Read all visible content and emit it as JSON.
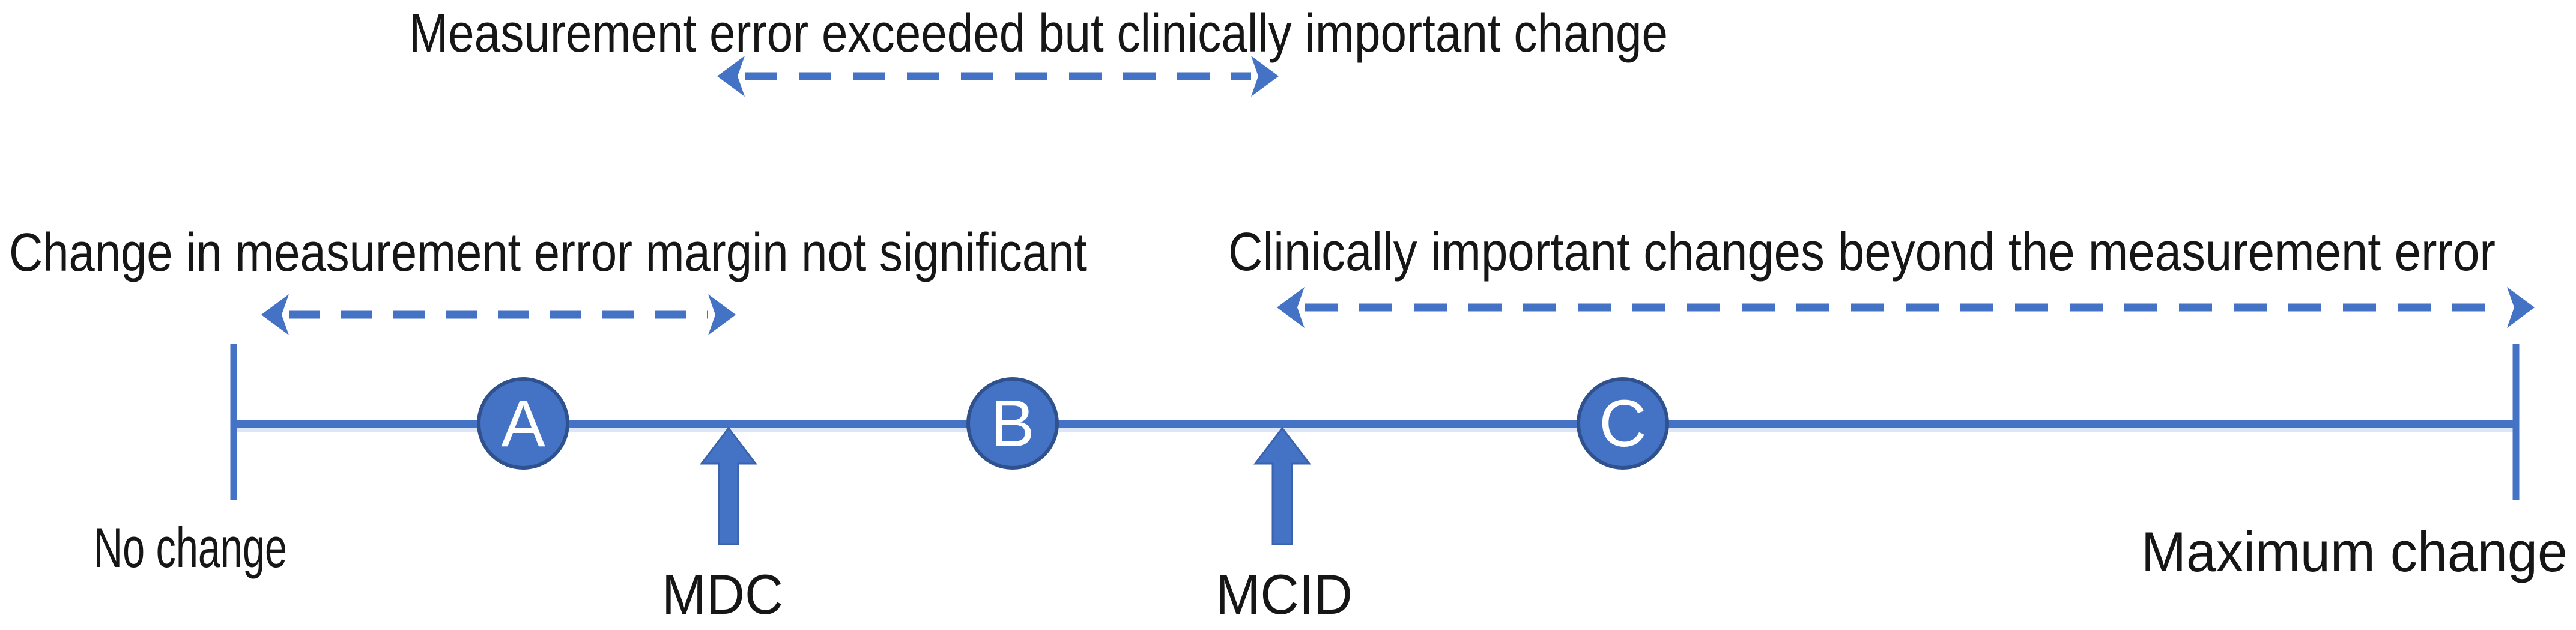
{
  "figure": {
    "annotations": {
      "top": "Measurement error exceeded but clinically important change",
      "left": "Change in measurement error margin not significant",
      "right": "Clinically important changes beyond the measurement error"
    },
    "scale": {
      "start_label": "No change",
      "end_label": "Maximum change"
    },
    "points": [
      {
        "label": "A"
      },
      {
        "label": "B"
      },
      {
        "label": "C"
      }
    ],
    "thresholds": [
      {
        "label": "MDC"
      },
      {
        "label": "MCID"
      }
    ],
    "colors": {
      "accent": "#4472C4",
      "accent_dark": "#2F528F",
      "line_shadow": "#dce6f6",
      "text": "#161616"
    }
  }
}
